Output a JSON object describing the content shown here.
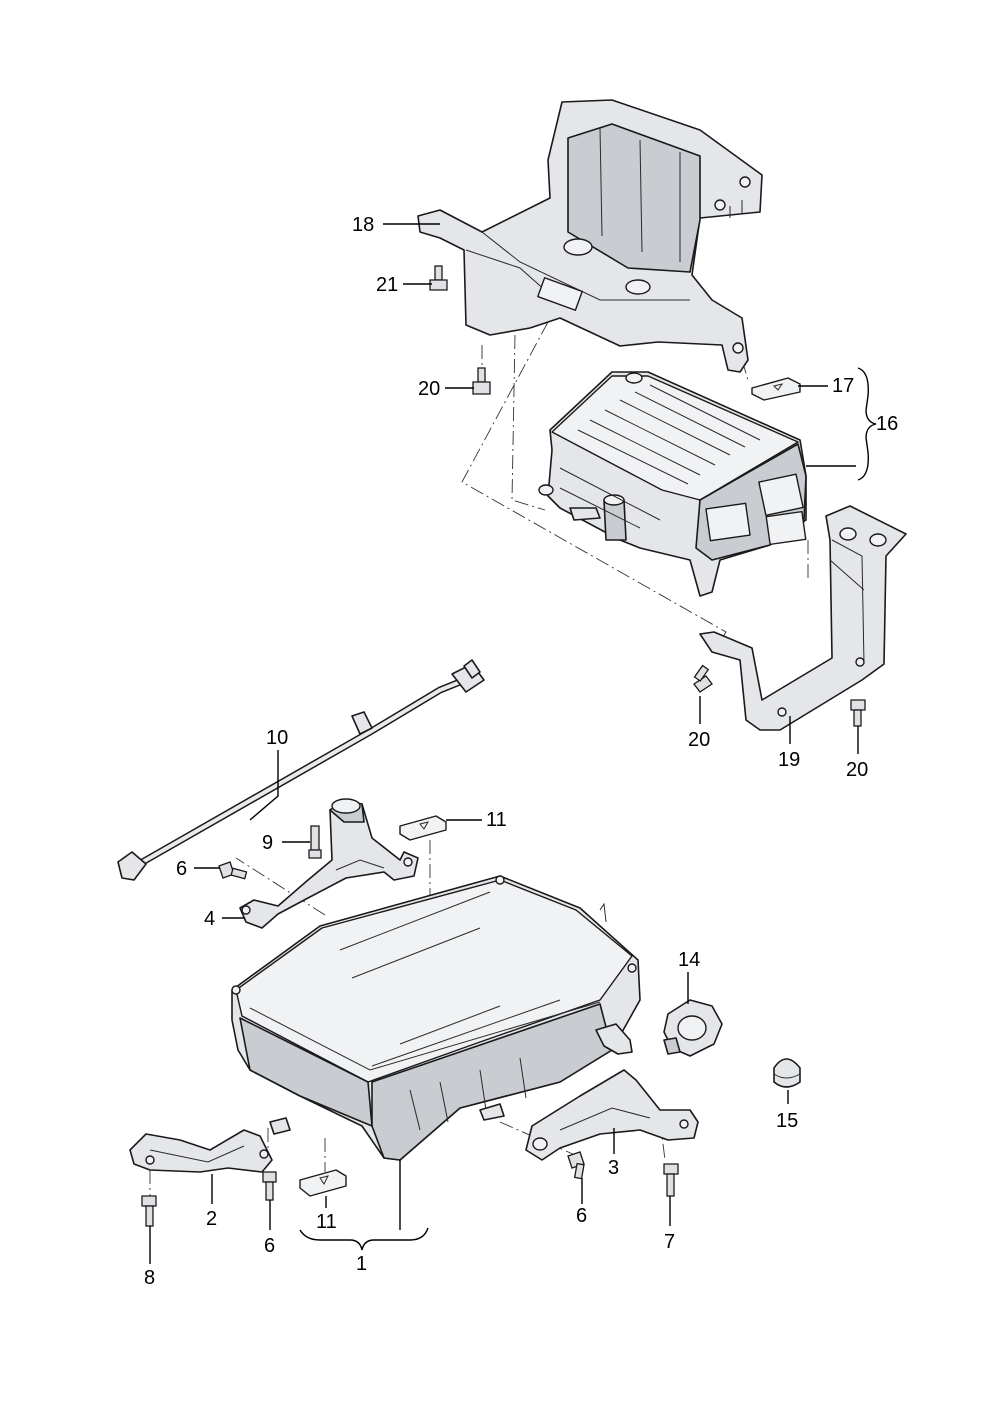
{
  "labels": {
    "p1": "1",
    "p2": "2",
    "p3": "3",
    "p4": "4",
    "p6a": "6",
    "p6b": "6",
    "p6c": "6",
    "p7": "7",
    "p8": "8",
    "p9": "9",
    "p10": "10",
    "p11a": "11",
    "p11b": "11",
    "p14": "14",
    "p15": "15",
    "p16": "16",
    "p17": "17",
    "p18": "18",
    "p19": "19",
    "p20a": "20",
    "p20b": "20",
    "p20c": "20",
    "p21": "21"
  }
}
